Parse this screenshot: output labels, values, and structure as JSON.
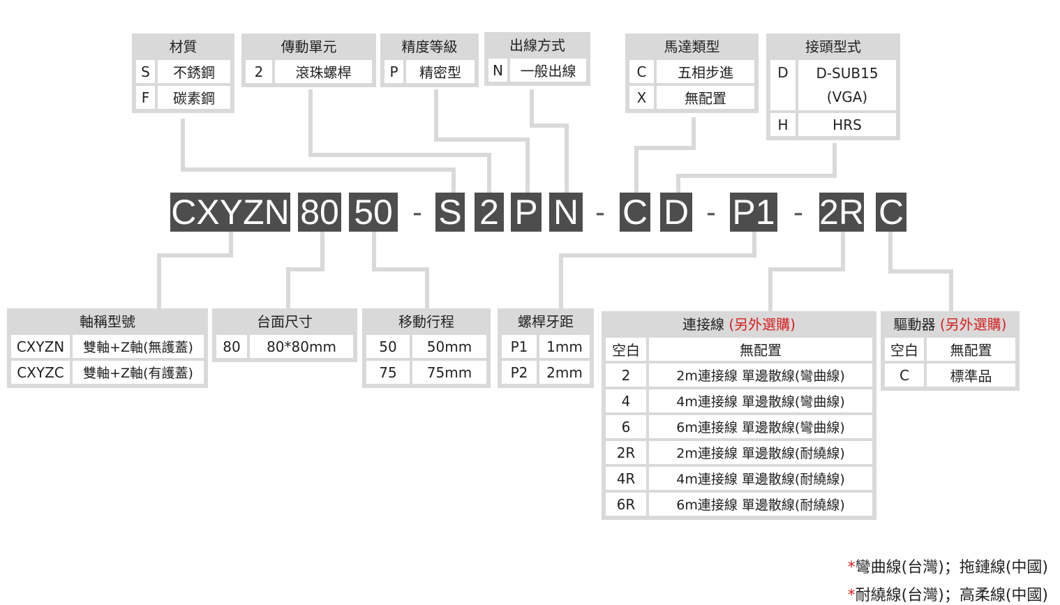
{
  "code": [
    {
      "name": "code-model",
      "text": "CXYZN"
    },
    {
      "name": "code-size",
      "text": "80"
    },
    {
      "name": "code-stroke",
      "text": "50"
    },
    {
      "name": "code-dash",
      "text": "-"
    },
    {
      "name": "code-material",
      "text": "S"
    },
    {
      "name": "code-drive",
      "text": "2"
    },
    {
      "name": "code-precision",
      "text": "P"
    },
    {
      "name": "code-outlet",
      "text": "N"
    },
    {
      "name": "code-dash",
      "text": "-"
    },
    {
      "name": "code-motor",
      "text": "C"
    },
    {
      "name": "code-connector",
      "text": "D"
    },
    {
      "name": "code-dash",
      "text": "-"
    },
    {
      "name": "code-pitch",
      "text": "P1"
    },
    {
      "name": "code-dash",
      "text": "-"
    },
    {
      "name": "code-cable",
      "text": "2R"
    },
    {
      "name": "code-driver",
      "text": "C"
    }
  ],
  "boxes": [
    {
      "name": "material",
      "title": "材質",
      "rows": [
        [
          "S",
          "不銹鋼"
        ],
        [
          "F",
          "碳素鋼"
        ]
      ]
    },
    {
      "name": "drive-unit",
      "title": "傳動單元",
      "rows": [
        [
          "2",
          "滾珠螺桿"
        ]
      ]
    },
    {
      "name": "precision",
      "title": "精度等級",
      "rows": [
        [
          "P",
          "精密型"
        ]
      ]
    },
    {
      "name": "outlet",
      "title": "出線方式",
      "rows": [
        [
          "N",
          "一般出線"
        ]
      ]
    },
    {
      "name": "motor-type",
      "title": "馬達類型",
      "rows": [
        [
          "C",
          "五相步進"
        ],
        [
          "X",
          "無配置"
        ]
      ]
    },
    {
      "name": "connector-type",
      "title": "接頭型式",
      "rows": [
        [
          "D",
          "D-SUB15",
          "(VGA)"
        ],
        [
          "H",
          "HRS"
        ]
      ]
    },
    {
      "name": "model",
      "title": "軸稱型號",
      "rows": [
        [
          "CXYZN",
          "雙軸+Z軸(無護蓋)"
        ],
        [
          "CXYZC",
          "雙軸+Z軸(有護蓋)"
        ]
      ]
    },
    {
      "name": "table-size",
      "title": "台面尺寸",
      "rows": [
        [
          "80",
          "80*80mm"
        ]
      ]
    },
    {
      "name": "stroke",
      "title": "移動行程",
      "rows": [
        [
          "50",
          "50mm"
        ],
        [
          "75",
          "75mm"
        ]
      ]
    },
    {
      "name": "screw-pitch",
      "title": "螺桿牙距",
      "rows": [
        [
          "P1",
          "1mm"
        ],
        [
          "P2",
          "2mm"
        ]
      ]
    },
    {
      "name": "cable",
      "title": "連接線",
      "note": "(另外選購)",
      "rows": [
        [
          "空白",
          "無配置"
        ],
        [
          "2",
          "2m連接線 單邊散線(彎曲線)"
        ],
        [
          "4",
          "4m連接線 單邊散線(彎曲線)"
        ],
        [
          "6",
          "6m連接線 單邊散線(彎曲線)"
        ],
        [
          "2R",
          "2m連接線 單邊散線(耐繞線)"
        ],
        [
          "4R",
          "4m連接線 單邊散線(耐繞線)"
        ],
        [
          "6R",
          "6m連接線 單邊散線(耐繞線)"
        ]
      ]
    },
    {
      "name": "driver",
      "title": "驅動器",
      "note": "(另外選購)",
      "rows": [
        [
          "空白",
          "無配置"
        ],
        [
          "C",
          "標準品"
        ]
      ]
    }
  ],
  "footnotes": [
    {
      "star": "*",
      "text": "彎曲線(台灣)；拖鏈線(中國)"
    },
    {
      "star": "*",
      "text": "耐繞線(台灣)；高柔線(中國)"
    }
  ],
  "colors": {
    "code_bg": "#4d4d4d",
    "box_bg": "#d9d9d9",
    "wire": "#d9d9d9",
    "note": "#d42020"
  }
}
